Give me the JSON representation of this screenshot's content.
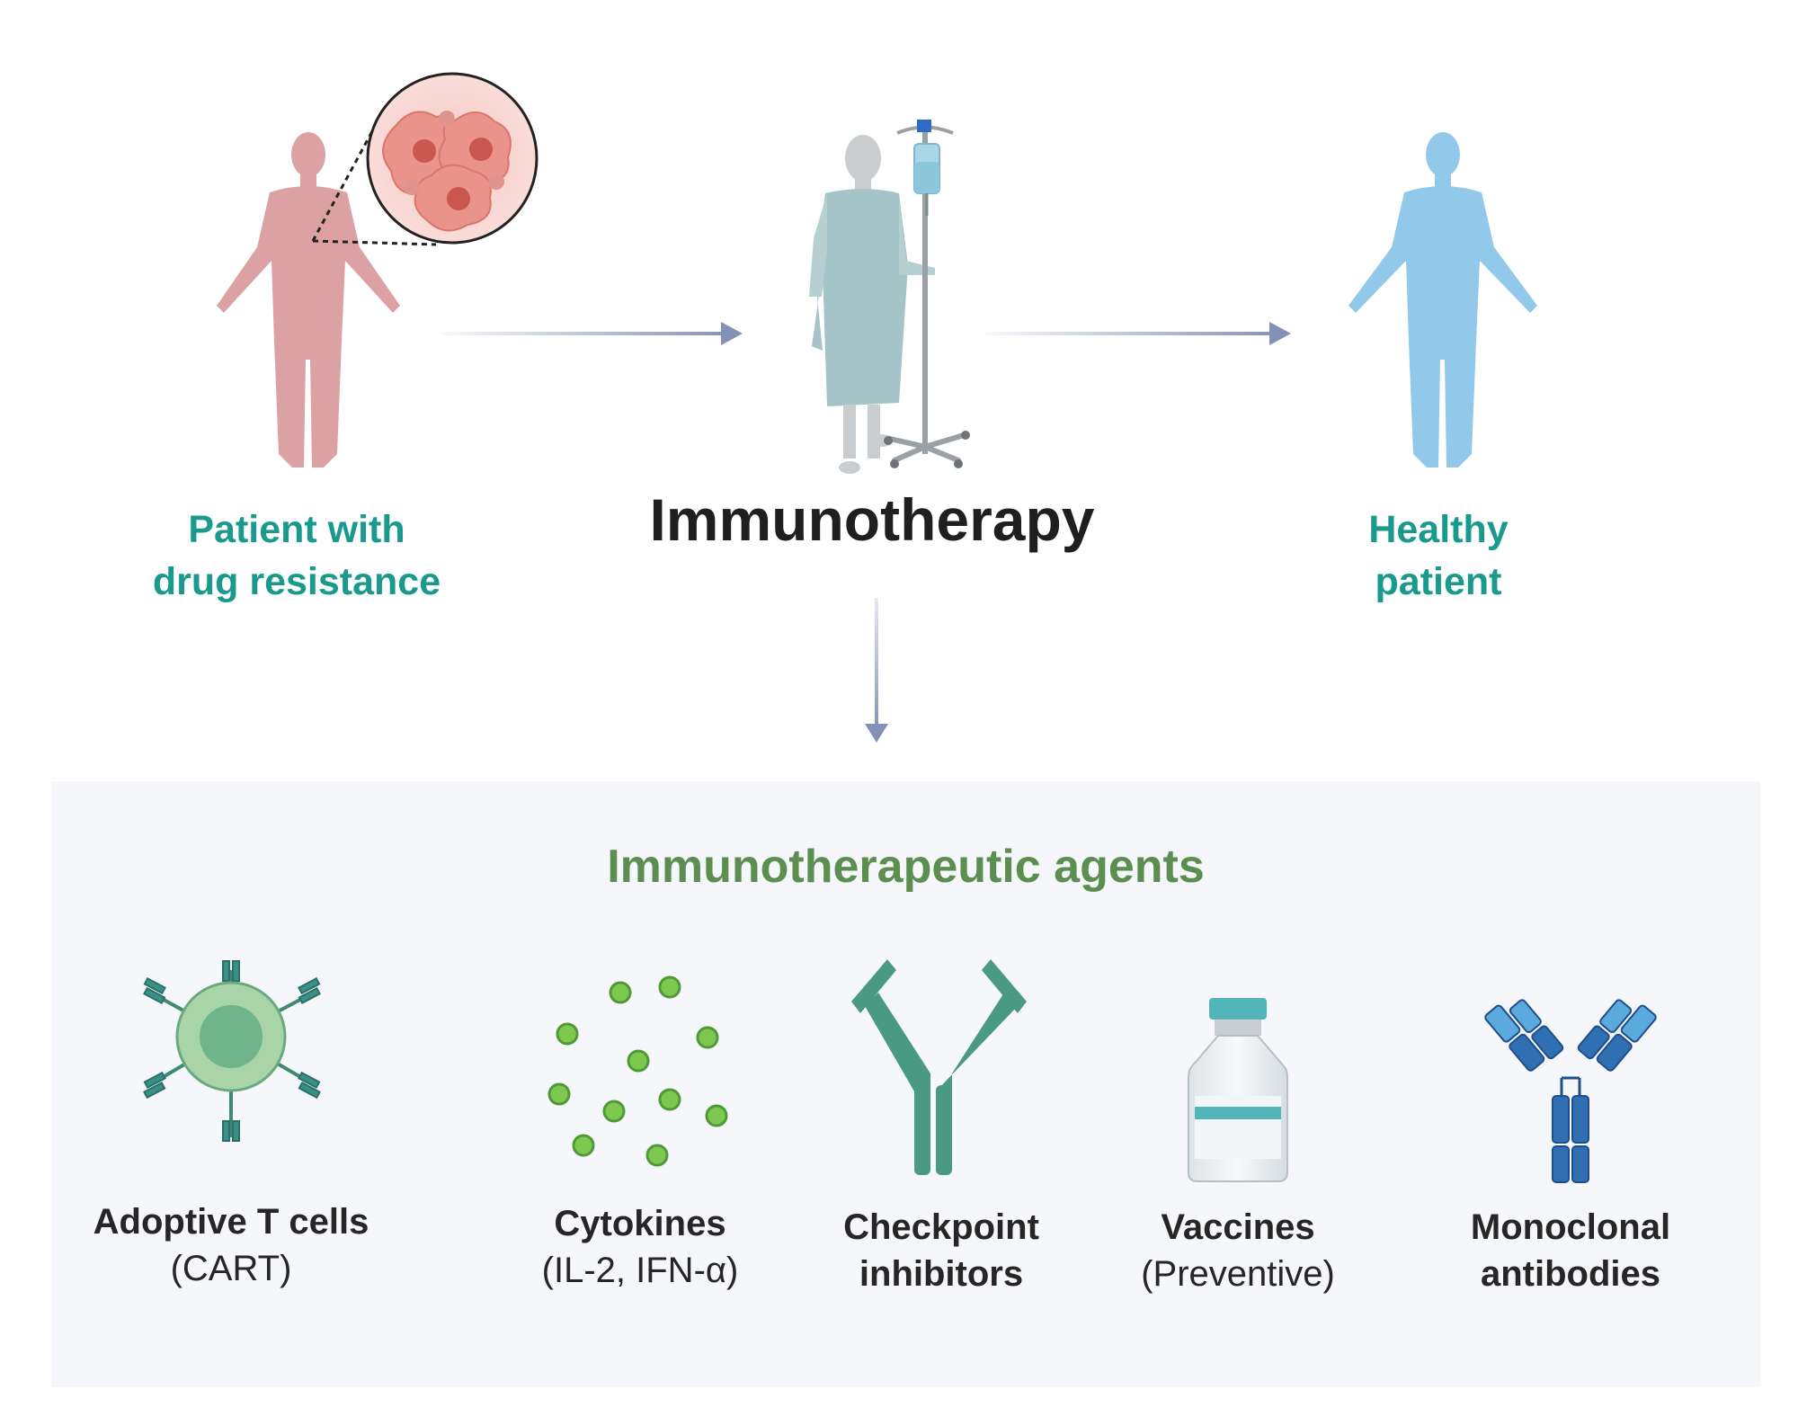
{
  "top": {
    "patient_label_line1": "Patient with",
    "patient_label_line2": "drug resistance",
    "therapy_label": "Immunotherapy",
    "healthy_label_line1": "Healthy",
    "healthy_label_line2": "patient"
  },
  "agents_panel": {
    "title": "Immunotherapeutic agents",
    "items": [
      {
        "name": "Adoptive T cells",
        "sub": "(CART)"
      },
      {
        "name": "Cytokines",
        "sub": "(IL-2, IFN-α)"
      },
      {
        "name_line1": "Checkpoint",
        "name_line2": "inhibitors"
      },
      {
        "name": "Vaccines",
        "sub": "(Preventive)"
      },
      {
        "name_line1": "Monoclonal",
        "name_line2": "antibodies"
      }
    ]
  },
  "colors": {
    "label_teal": "#1a9a8c",
    "panel_title_green": "#5b8e4f",
    "arrow": "#8391b8",
    "sick_body": "#dca2a3",
    "healthy_body": "#92c9ea",
    "gown": "#9fc3c6",
    "agent_green": "#4a9a82",
    "antibody_blue": "#2f6fb2"
  },
  "icons": [
    "cancer-cells-icon",
    "iv-drip-icon",
    "t-cell-icon",
    "cytokine-icon",
    "checkpoint-antibody-icon",
    "vaccine-vial-icon",
    "monoclonal-antibody-icon"
  ]
}
